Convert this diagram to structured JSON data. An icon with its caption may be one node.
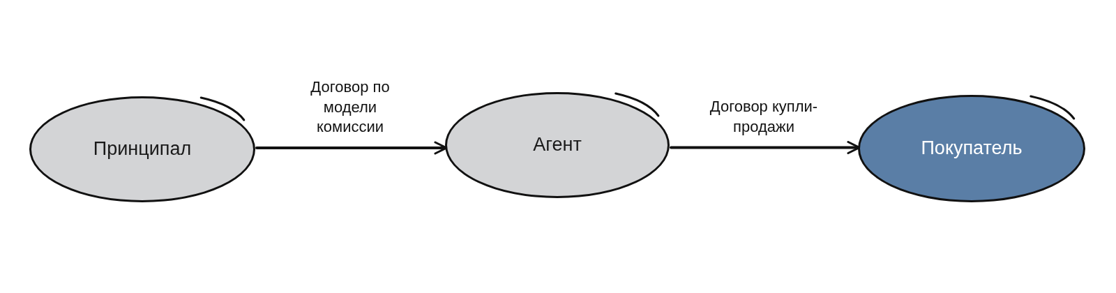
{
  "diagram": {
    "nodes": [
      {
        "text": [
          "Принципал"
        ]
      },
      {
        "text": [
          "Агент"
        ]
      },
      {
        "text": [
          "Покупатель"
        ]
      }
    ],
    "edges": [
      {
        "from": 0,
        "to": 1,
        "arrow": "to",
        "label": "Договор по модели комиссии"
      },
      {
        "from": 1,
        "to": 2,
        "arrow": "to",
        "label": "Договор купли-продажи"
      }
    ]
  }
}
